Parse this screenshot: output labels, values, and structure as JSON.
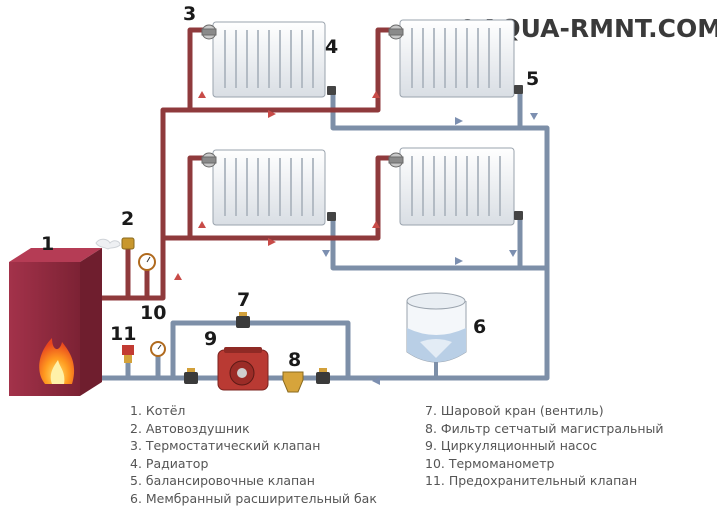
{
  "watermark": "©AQUA-RMNT.COM",
  "callouts": [
    "1",
    "2",
    "3",
    "4",
    "5",
    "6",
    "7",
    "8",
    "9",
    "10",
    "11"
  ],
  "legend_left": [
    "1.  Котёл",
    "2.  Автовоздушник",
    "3.  Термостатический клапан",
    "4.  Радиатор",
    "5.  балансировочные клапан",
    "6.  Мембранный расширительный бак"
  ],
  "legend_right": [
    "7.  Шаровой кран (вентиль)",
    "8.  Фильтр сетчатый магистральный",
    "9.  Циркуляционный насос",
    "10.  Термоманометр",
    "11.  Предохранительный клапан"
  ],
  "colors": {
    "supply_pipe": "#8f3a3c",
    "return_pipe": "#7d8fa8",
    "boiler": "#9b2e40",
    "radiator": "#eef1f4",
    "tank_water": "#b9cfe6"
  }
}
